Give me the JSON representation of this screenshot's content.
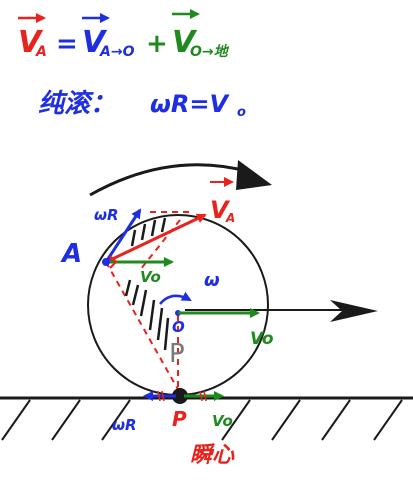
{
  "equation": {
    "va": "V",
    "va_sub": "A",
    "eq": "=",
    "var_rel": "V",
    "var_rel_sub": "A→O",
    "plus": "+",
    "vo_ground": "V",
    "vo_ground_sub": "O→地"
  },
  "condition": {
    "label": "纯滚：",
    "formula": "ωR=V",
    "formula_sub": "o"
  },
  "labels": {
    "point_a": "A",
    "va": "V",
    "va_sub": "A",
    "wr_a": "ωR",
    "vo_at_a": "Vo",
    "omega": "ω",
    "center": "O",
    "vo_center": "Vo",
    "p_printed": "P",
    "point_p": "P",
    "wr_p": "ωR",
    "vo_p": "Vo",
    "instant_center": "瞬心"
  },
  "colors": {
    "red": "#e8231e",
    "green": "#1f8a1f",
    "blue": "#1f2ee0",
    "black": "#1a1a1a"
  }
}
